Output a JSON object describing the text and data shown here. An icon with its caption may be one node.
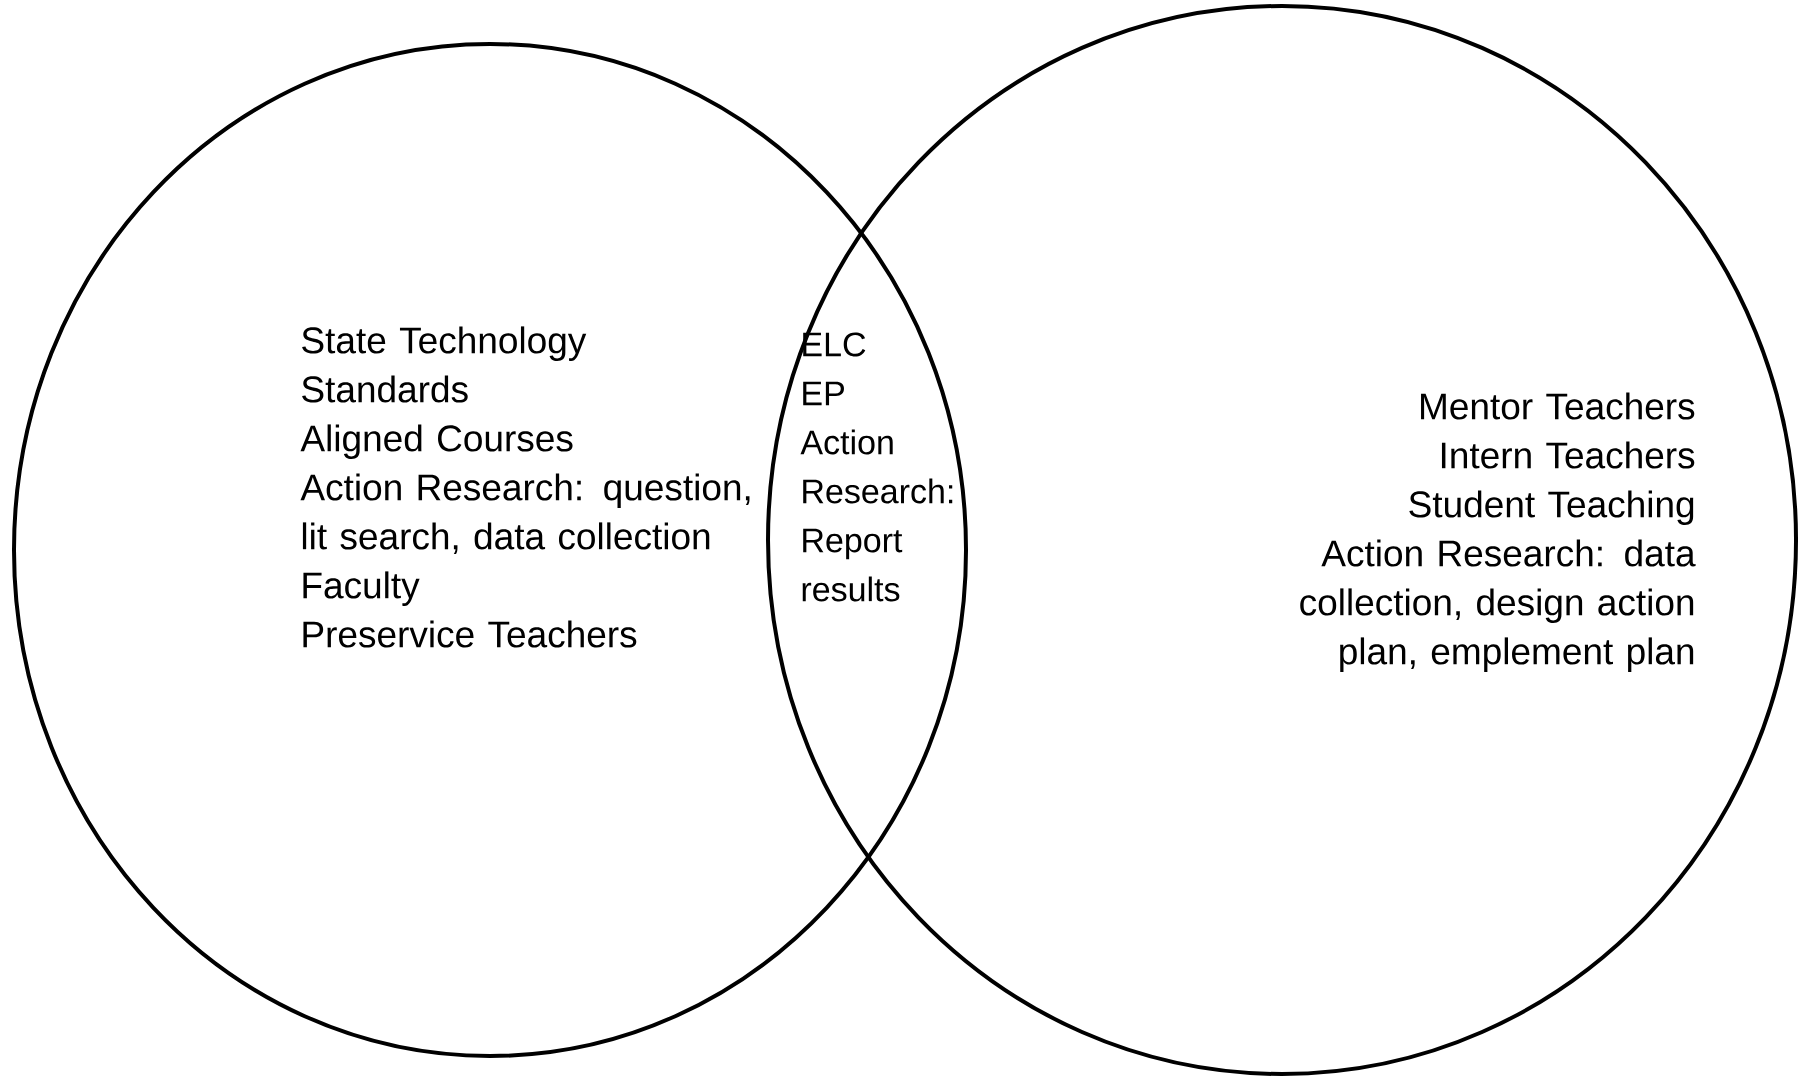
{
  "diagram": {
    "nodes": [
      {
        "text": [
          "State Technology Standards",
          "Aligned Courses",
          "Action Research: question, lit search, data collection",
          "Faculty",
          "Preservice Teachers"
        ]
      },
      {
        "text": [
          "Mentor Teachers",
          "Intern Teachers",
          "Student Teaching",
          "Action Research: data collection, design action plan, emplement plan"
        ]
      }
    ],
    "labels": [
      "ELC",
      "EP",
      "Action Research: Report results"
    ]
  }
}
